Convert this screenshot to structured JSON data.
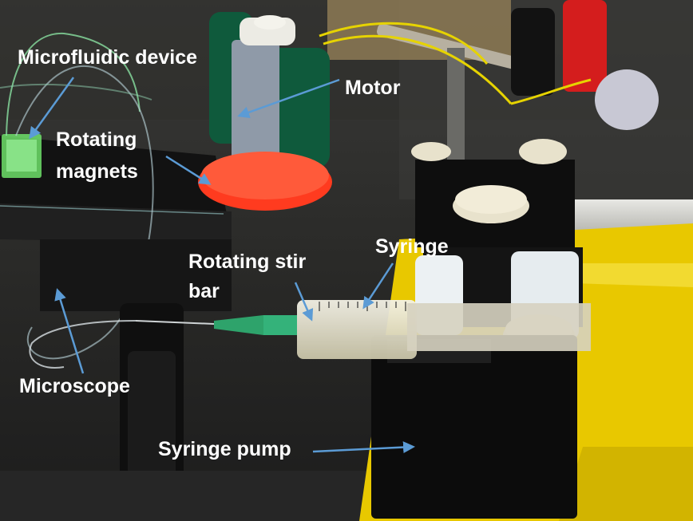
{
  "labels": {
    "microfluidic_device": "Microfluidic device",
    "rotating_magnets_line1": "Rotating",
    "rotating_magnets_line2": "magnets",
    "motor": "Motor",
    "rotating_stir_bar_line1": "Rotating stir",
    "rotating_stir_bar_line2": "bar",
    "syringe": "Syringe",
    "microscope": "Microscope",
    "syringe_pump": "Syringe pump"
  },
  "colors": {
    "label_text": "#ffffff",
    "arrow": "#5b9bd5",
    "pump_yellow": "#e8c800",
    "motor_green": "#0f5a3c",
    "magnet_red": "#ff3b1f"
  }
}
